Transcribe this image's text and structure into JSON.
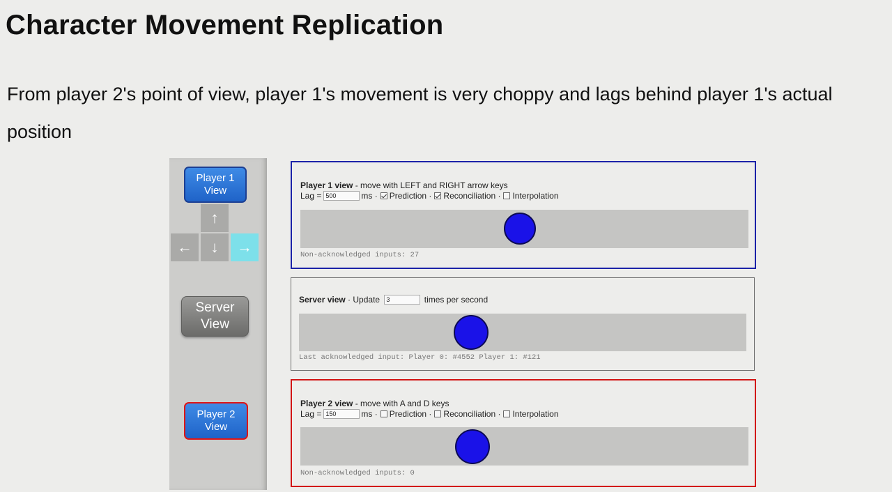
{
  "slide": {
    "title": "Character Movement Replication",
    "subtitle": "From player 2's point of view, player 1's movement is very choppy and lags behind player 1's actual position"
  },
  "controls": {
    "player1_button": [
      "Player 1",
      "View"
    ],
    "server_button": [
      "Server",
      "View"
    ],
    "player2_button": [
      "Player 2",
      "View"
    ],
    "arrows": {
      "up": "↑",
      "left": "←",
      "down": "↓",
      "right": "→",
      "active": "right",
      "active_color": "#7de0ea"
    }
  },
  "player1_panel": {
    "title_bold": "Player 1 view",
    "title_rest": " - move with LEFT and RIGHT arrow keys",
    "lag_label": "Lag = ",
    "lag_value": "500",
    "ms_label": "ms ·",
    "prediction_label": "Prediction ·",
    "prediction_checked": true,
    "reconciliation_label": "Reconciliation ·",
    "reconciliation_checked": true,
    "interpolation_label": "Interpolation",
    "interpolation_checked": false,
    "status": "Non-acknowledged inputs: 27",
    "border_color": "#1b22a8"
  },
  "server_panel": {
    "title_bold": "Server view",
    "title_rest": " · Update ",
    "update_value": "3",
    "title_suffix": " times per second",
    "status": "Last acknowledged input: Player 0: #4552 Player 1: #121"
  },
  "player2_panel": {
    "title_bold": "Player 2 view",
    "title_rest": " - move with A and D keys",
    "lag_label": "Lag = ",
    "lag_value": "150",
    "ms_label": "ms ·",
    "prediction_label": "Prediction ·",
    "prediction_checked": false,
    "reconciliation_label": "Reconciliation ·",
    "reconciliation_checked": false,
    "interpolation_label": "Interpolation",
    "interpolation_checked": false,
    "status": "Non-acknowledged inputs: 0",
    "border_color": "#d21515"
  },
  "ball_color": "#1a12e8"
}
